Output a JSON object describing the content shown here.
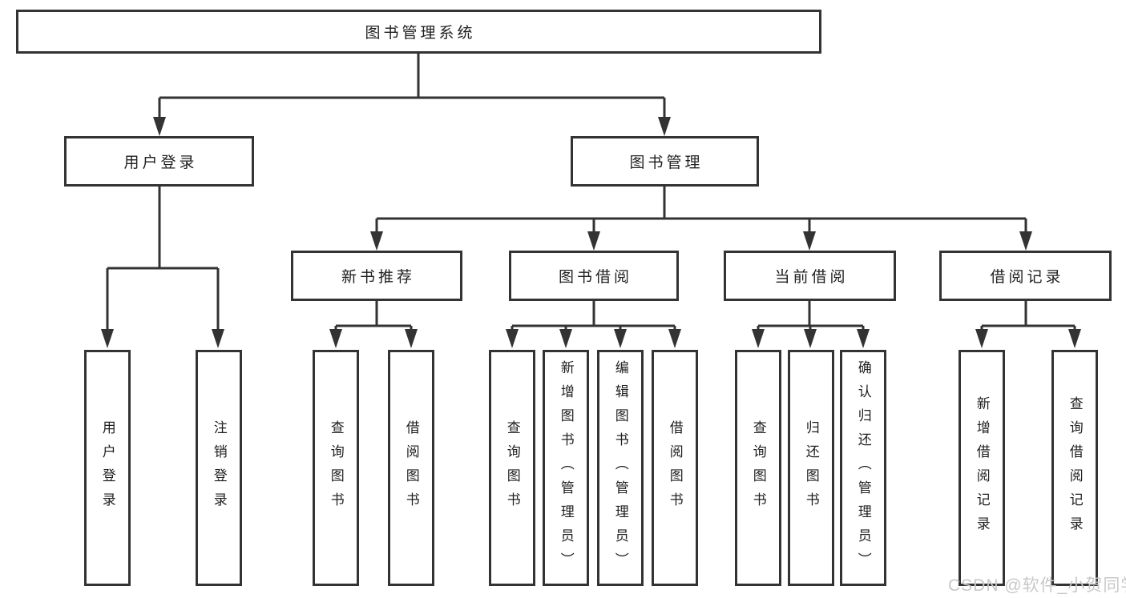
{
  "tree": {
    "label": "图书管理系统",
    "children": [
      {
        "label": "用户登录",
        "children": [
          {
            "label": "用户登录"
          },
          {
            "label": "注销登录"
          }
        ]
      },
      {
        "label": "图书管理",
        "children": [
          {
            "label": "新书推荐",
            "children": [
              {
                "label": "查询图书"
              },
              {
                "label": "借阅图书"
              }
            ]
          },
          {
            "label": "图书借阅",
            "children": [
              {
                "label": "查询图书"
              },
              {
                "label": "新增图书（管理员）"
              },
              {
                "label": "编辑图书（管理员）"
              },
              {
                "label": "借阅图书"
              }
            ]
          },
          {
            "label": "当前借阅",
            "children": [
              {
                "label": "查询图书"
              },
              {
                "label": "归还图书"
              },
              {
                "label": "确认归还（管理员）"
              }
            ]
          },
          {
            "label": "借阅记录",
            "children": [
              {
                "label": "新增借阅记录"
              },
              {
                "label": "查询借阅记录"
              }
            ]
          }
        ]
      }
    ]
  },
  "watermark": {
    "text": "CSDN @软件_小贺同学"
  },
  "colors": {
    "line": "#333333",
    "text": "#1f1f1f",
    "watermark": "#c8c8c8",
    "background": "#ffffff"
  }
}
